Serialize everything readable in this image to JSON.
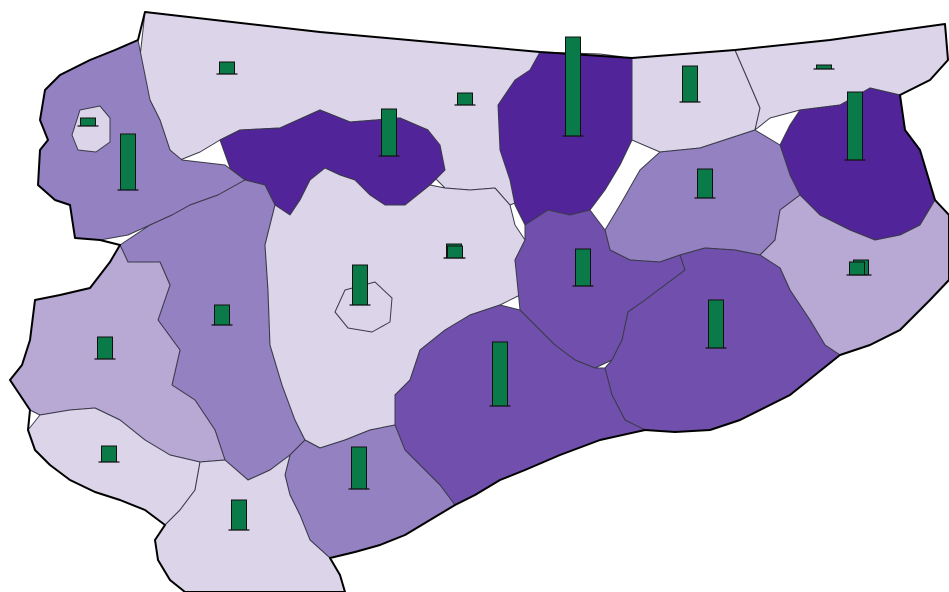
{
  "map": {
    "palette": {
      "very_light": "#dcd5ea",
      "light": "#b7a8d4",
      "medium": "#9481c2",
      "dark": "#7150ad",
      "darkest": "#52249a",
      "bar": "#0a7a48",
      "border": "#000000"
    },
    "bar_series": {
      "type": "bar",
      "values": [
        12,
        56,
        8,
        99,
        12,
        4,
        47,
        29,
        37,
        20,
        22,
        68,
        15,
        14,
        16,
        30,
        42,
        36,
        40,
        64,
        12,
        48,
        13
      ]
    }
  }
}
